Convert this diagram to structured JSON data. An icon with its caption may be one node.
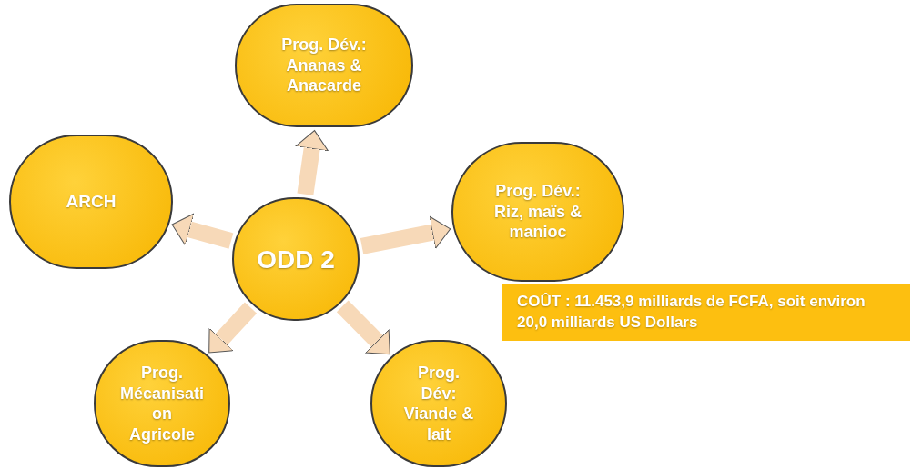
{
  "diagram": {
    "nodes": [
      {
        "text": [
          "ODD 2"
        ]
      },
      {
        "text": [
          "Prog. Dév.: Ananas & Anacarde"
        ]
      },
      {
        "text": [
          "ARCH"
        ]
      },
      {
        "text": [
          "Prog. Dév.: Riz, maïs & manioc"
        ]
      },
      {
        "text": [
          "Prog. Mécanisation Agricole"
        ]
      },
      {
        "text": [
          "Prog. Dév: Viande & lait"
        ]
      },
      {
        "text": [
          "COÛT : 11.453,9 milliards de FCFA, soit environ 20,0 milliards US Dollars"
        ]
      }
    ],
    "edges": [
      {
        "from": 0,
        "to": 1,
        "arrow": "to"
      },
      {
        "from": 0,
        "to": 2,
        "arrow": "to"
      },
      {
        "from": 0,
        "to": 3,
        "arrow": "to"
      },
      {
        "from": 0,
        "to": 4,
        "arrow": "to"
      },
      {
        "from": 0,
        "to": 5,
        "arrow": "to"
      }
    ]
  }
}
